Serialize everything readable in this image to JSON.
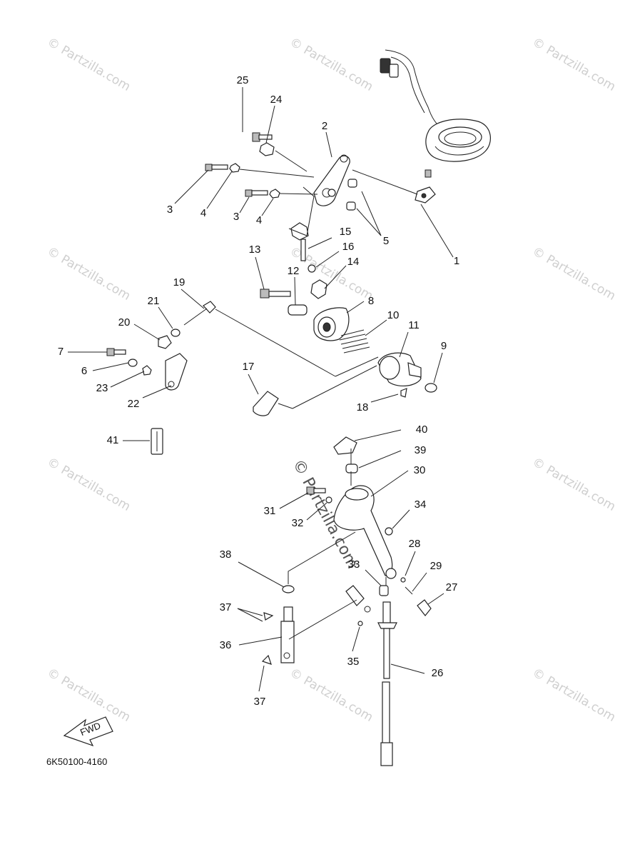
{
  "watermark": {
    "text": "© Partzilla.com",
    "center_text": "© Partzilla.com"
  },
  "diagram_code": "6K50100-4160",
  "fwd_label": "FWD",
  "callouts": {
    "c1": "1",
    "c2": "2",
    "c3a": "3",
    "c3b": "3",
    "c4a": "4",
    "c4b": "4",
    "c5": "5",
    "c6": "6",
    "c7": "7",
    "c8": "8",
    "c9": "9",
    "c10": "10",
    "c11": "11",
    "c12": "12",
    "c13": "13",
    "c14": "14",
    "c15": "15",
    "c16": "16",
    "c17": "17",
    "c18": "18",
    "c19": "19",
    "c20": "20",
    "c21": "21",
    "c22": "22",
    "c23": "23",
    "c24": "24",
    "c25": "25",
    "c26": "26",
    "c27": "27",
    "c28": "28",
    "c29": "29",
    "c30": "30",
    "c31": "31",
    "c32": "32",
    "c33": "33",
    "c34": "34",
    "c35": "35",
    "c36": "36",
    "c37a": "37",
    "c37b": "37",
    "c38": "38",
    "c39": "39",
    "c40": "40",
    "c41": "41"
  }
}
